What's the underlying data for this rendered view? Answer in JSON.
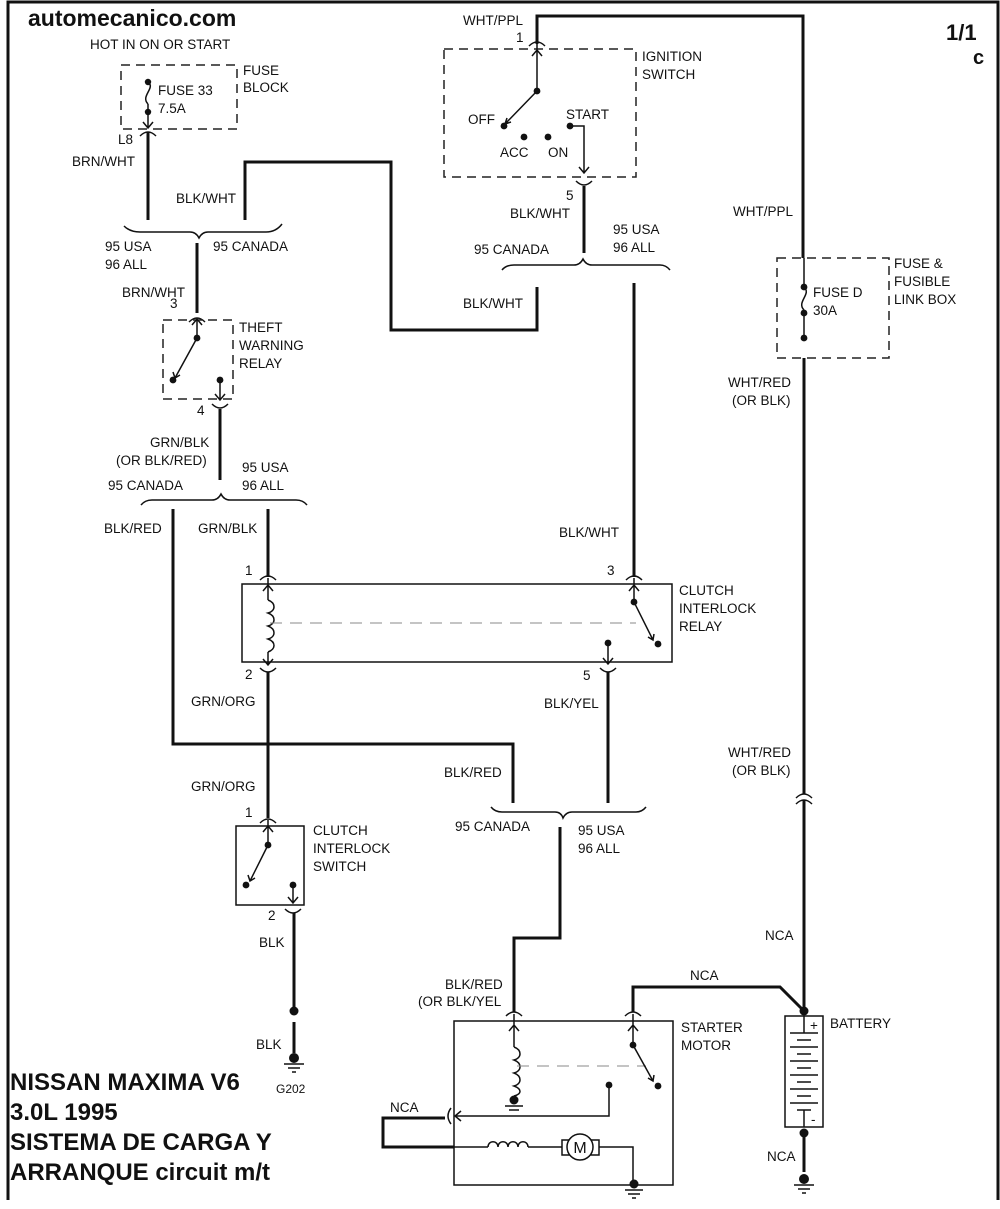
{
  "header": {
    "site": "automecanico.com",
    "page_number": "1/1",
    "page_suffix": "c"
  },
  "title_block": {
    "lines": [
      "NISSAN MAXIMA V6",
      "3.0L 1995",
      "SISTEMA DE CARGA Y",
      "ARRANQUE circuit m/t"
    ]
  },
  "fuse_block": {
    "power_note": "HOT IN ON OR START",
    "label_1": "FUSE",
    "label_2": "BLOCK",
    "fuse_name": "FUSE 33",
    "fuse_rating": "7.5A",
    "terminal": "L8",
    "wire_out": "BRN/WHT"
  },
  "ignition_switch": {
    "label_1": "IGNITION",
    "label_2": "SWITCH",
    "wire_in": "WHT/PPL",
    "pin_in": "1",
    "pin_out": "5",
    "positions": {
      "off": "OFF",
      "acc": "ACC",
      "on": "ON",
      "start": "START"
    },
    "wire_out": "BLK/WHT"
  },
  "split_1": {
    "wire_canada": "BLK/WHT",
    "left_1": "95 USA",
    "left_2": "96 ALL",
    "right": "95 CANADA"
  },
  "split_2": {
    "left": "95 CANADA",
    "right_1": "95 USA",
    "right_2": "96 ALL",
    "wire_canada": "BLK/WHT"
  },
  "theft_relay": {
    "wire_in": "BRN/WHT",
    "pin_in": "3",
    "pin_out": "4",
    "label_1": "THEFT",
    "label_2": "WARNING",
    "label_3": "RELAY",
    "wire_out_1": "GRN/BLK",
    "wire_out_2": "(OR BLK/RED)"
  },
  "split_3": {
    "left": "95 CANADA",
    "right_1": "95 USA",
    "right_2": "96 ALL",
    "wire_canada": "BLK/RED",
    "wire_usa": "GRN/BLK"
  },
  "clutch_relay": {
    "label_1": "CLUTCH",
    "label_2": "INTERLOCK",
    "label_3": "RELAY",
    "pin_1": "1",
    "pin_2": "2",
    "pin_3": "3",
    "pin_5": "5",
    "wire_pin3": "BLK/WHT",
    "wire_pin2": "GRN/ORG",
    "wire_pin5": "BLK/YEL"
  },
  "clutch_switch": {
    "wire_in": "GRN/ORG",
    "pin_in": "1",
    "pin_out": "2",
    "label_1": "CLUTCH",
    "label_2": "INTERLOCK",
    "label_3": "SWITCH",
    "wire_out": "BLK",
    "wire_ground": "BLK",
    "ground": "G202"
  },
  "split_4": {
    "wire_canada": "BLK/RED",
    "left": "95 CANADA",
    "right_1": "95 USA",
    "right_2": "96 ALL"
  },
  "starter_motor": {
    "label_1": "STARTER",
    "label_2": "MOTOR",
    "wire_in_1": "BLK/RED",
    "wire_in_2": "(OR BLK/YEL",
    "wire_battery": "NCA",
    "wire_loop": "NCA",
    "motor_symbol": "M"
  },
  "fuse_link_box": {
    "wire_in": "WHT/PPL",
    "label_1": "FUSE &",
    "label_2": "FUSIBLE",
    "label_3": "LINK BOX",
    "fuse_name": "FUSE D",
    "fuse_rating": "30A",
    "wire_out_1": "WHT/RED",
    "wire_out_2": "(OR BLK)"
  },
  "battery": {
    "label": "BATTERY",
    "positive": "+",
    "negative": "-",
    "wire_upper_1": "WHT/RED",
    "wire_upper_2": "(OR BLK)",
    "wire_positive": "NCA",
    "wire_ground": "NCA"
  }
}
